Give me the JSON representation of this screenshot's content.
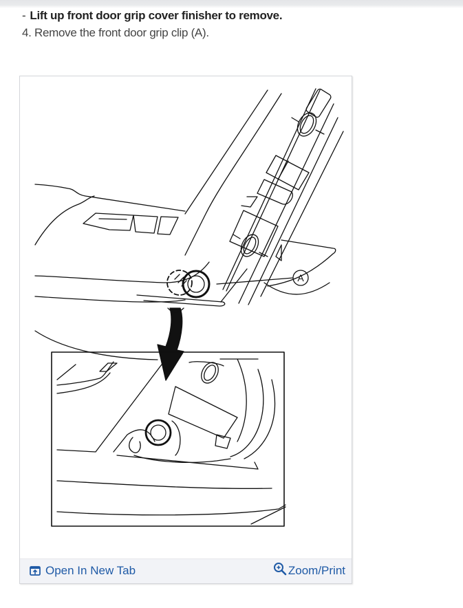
{
  "instructions": {
    "substep_bullet": "-",
    "substep_text": "Lift up front door grip cover finisher to remove.",
    "step4": "4. Remove the front door grip clip (A)."
  },
  "figure": {
    "callout_label": "A",
    "icons": {
      "open_tab": "open-in-new-tab-icon",
      "zoom": "magnifier-plus-icon"
    },
    "footer": {
      "open_tab_label": "Open In New Tab",
      "zoom_print_label": "Zoom/Print"
    },
    "colors": {
      "link": "#1f5aa6",
      "footer_bg": "#f2f3f7",
      "card_border": "#d4d6da"
    }
  }
}
